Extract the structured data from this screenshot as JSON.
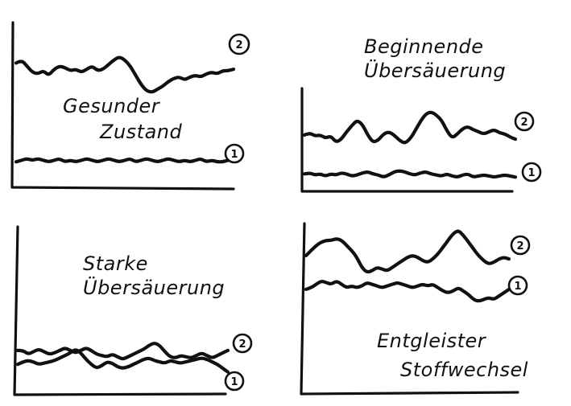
{
  "chart_data": [
    {
      "type": "line",
      "title": "Gesunder Zustand",
      "x": [
        0,
        1,
        2,
        3,
        4,
        5,
        6,
        7,
        8,
        9,
        10,
        11,
        12,
        13,
        14,
        15,
        16,
        17,
        18,
        19,
        20,
        21,
        22,
        23,
        24,
        25,
        26,
        27,
        28,
        29,
        30,
        31,
        32,
        33,
        34,
        35,
        36,
        37,
        38,
        39,
        40
      ],
      "series": [
        {
          "name": "2",
          "values": [
            0.8,
            0.82,
            0.78,
            0.74,
            0.73,
            0.75,
            0.72,
            0.76,
            0.78,
            0.77,
            0.75,
            0.76,
            0.74,
            0.76,
            0.78,
            0.75,
            0.76,
            0.79,
            0.82,
            0.84,
            0.82,
            0.78,
            0.72,
            0.66,
            0.62,
            0.61,
            0.63,
            0.65,
            0.68,
            0.7,
            0.71,
            0.69,
            0.71,
            0.72,
            0.71,
            0.73,
            0.74,
            0.73,
            0.75,
            0.75,
            0.76
          ]
        },
        {
          "name": "1",
          "values": [
            0.16,
            0.17,
            0.18,
            0.17,
            0.18,
            0.17,
            0.16,
            0.17,
            0.18,
            0.16,
            0.17,
            0.16,
            0.17,
            0.18,
            0.17,
            0.16,
            0.17,
            0.18,
            0.17,
            0.16,
            0.17,
            0.18,
            0.16,
            0.17,
            0.18,
            0.17,
            0.16,
            0.17,
            0.18,
            0.17,
            0.16,
            0.17,
            0.16,
            0.17,
            0.18,
            0.16,
            0.17,
            0.16,
            0.16,
            0.17,
            0.18
          ]
        }
      ]
    },
    {
      "type": "line",
      "title": "Beginnende Übersäuerung",
      "x": [
        0,
        1,
        2,
        3,
        4,
        5,
        6,
        7,
        8,
        9,
        10,
        11,
        12,
        13,
        14,
        15,
        16,
        17,
        18,
        19,
        20,
        21,
        22,
        23,
        24,
        25,
        26,
        27,
        28,
        29,
        30,
        31,
        32,
        33,
        34,
        35,
        36,
        37,
        38,
        39,
        40
      ],
      "series": [
        {
          "name": "2",
          "values": [
            0.52,
            0.54,
            0.51,
            0.52,
            0.49,
            0.51,
            0.45,
            0.48,
            0.55,
            0.61,
            0.66,
            0.62,
            0.52,
            0.45,
            0.47,
            0.53,
            0.55,
            0.52,
            0.47,
            0.44,
            0.48,
            0.56,
            0.65,
            0.72,
            0.74,
            0.71,
            0.66,
            0.56,
            0.49,
            0.53,
            0.58,
            0.6,
            0.57,
            0.55,
            0.53,
            0.55,
            0.57,
            0.54,
            0.53,
            0.5,
            0.48
          ]
        },
        {
          "name": "1",
          "values": [
            0.15,
            0.16,
            0.14,
            0.15,
            0.13,
            0.15,
            0.14,
            0.16,
            0.15,
            0.13,
            0.14,
            0.16,
            0.17,
            0.15,
            0.14,
            0.12,
            0.14,
            0.17,
            0.18,
            0.17,
            0.15,
            0.14,
            0.16,
            0.17,
            0.15,
            0.14,
            0.13,
            0.15,
            0.13,
            0.12,
            0.14,
            0.15,
            0.12,
            0.13,
            0.14,
            0.13,
            0.12,
            0.13,
            0.14,
            0.13,
            0.12
          ]
        }
      ]
    },
    {
      "type": "line",
      "title": "Starke Übersäuerung",
      "x": [
        0,
        1,
        2,
        3,
        4,
        5,
        6,
        7,
        8,
        9,
        10,
        11,
        12,
        13,
        14,
        15,
        16,
        17,
        18,
        19,
        20,
        21,
        22,
        23,
        24,
        25,
        26,
        27,
        28,
        29,
        30,
        31,
        32,
        33,
        34,
        35,
        36,
        37,
        38,
        39,
        40
      ],
      "series": [
        {
          "name": "2",
          "values": [
            0.33,
            0.33,
            0.3,
            0.32,
            0.34,
            0.32,
            0.3,
            0.31,
            0.33,
            0.35,
            0.33,
            0.31,
            0.33,
            0.35,
            0.33,
            0.3,
            0.29,
            0.28,
            0.3,
            0.28,
            0.26,
            0.28,
            0.3,
            0.32,
            0.34,
            0.37,
            0.39,
            0.37,
            0.32,
            0.28,
            0.27,
            0.29,
            0.28,
            0.27,
            0.29,
            0.31,
            0.29,
            0.27,
            0.29,
            0.31,
            0.33
          ]
        },
        {
          "name": "1",
          "values": [
            0.22,
            0.24,
            0.25,
            0.24,
            0.22,
            0.23,
            0.24,
            0.25,
            0.27,
            0.29,
            0.31,
            0.34,
            0.31,
            0.26,
            0.22,
            0.19,
            0.21,
            0.24,
            0.23,
            0.2,
            0.19,
            0.2,
            0.22,
            0.24,
            0.26,
            0.27,
            0.25,
            0.24,
            0.23,
            0.25,
            0.24,
            0.23,
            0.24,
            0.25,
            0.26,
            0.27,
            0.26,
            0.24,
            0.22,
            0.19,
            0.16
          ]
        }
      ]
    },
    {
      "type": "line",
      "title": "Entgleister Stoffwechsel",
      "x": [
        0,
        1,
        2,
        3,
        4,
        5,
        6,
        7,
        8,
        9,
        10,
        11,
        12,
        13,
        14,
        15,
        16,
        17,
        18,
        19,
        20,
        21,
        22,
        23,
        24,
        25,
        26,
        27,
        28,
        29,
        30,
        31,
        32,
        33,
        34,
        35,
        36,
        37,
        38,
        39,
        40
      ],
      "series": [
        {
          "name": "2",
          "values": [
            0.81,
            0.84,
            0.87,
            0.89,
            0.9,
            0.9,
            0.91,
            0.9,
            0.87,
            0.84,
            0.8,
            0.74,
            0.71,
            0.72,
            0.74,
            0.73,
            0.72,
            0.74,
            0.76,
            0.78,
            0.8,
            0.81,
            0.8,
            0.78,
            0.77,
            0.79,
            0.82,
            0.86,
            0.9,
            0.94,
            0.96,
            0.93,
            0.89,
            0.85,
            0.81,
            0.78,
            0.76,
            0.77,
            0.79,
            0.8,
            0.79
          ]
        },
        {
          "name": "1",
          "values": [
            0.61,
            0.62,
            0.64,
            0.66,
            0.65,
            0.64,
            0.66,
            0.64,
            0.62,
            0.63,
            0.62,
            0.63,
            0.65,
            0.64,
            0.63,
            0.62,
            0.63,
            0.64,
            0.65,
            0.64,
            0.63,
            0.62,
            0.63,
            0.64,
            0.63,
            0.64,
            0.62,
            0.6,
            0.59,
            0.6,
            0.62,
            0.6,
            0.58,
            0.55,
            0.54,
            0.55,
            0.56,
            0.55,
            0.57,
            0.59,
            0.61
          ]
        }
      ]
    }
  ]
}
